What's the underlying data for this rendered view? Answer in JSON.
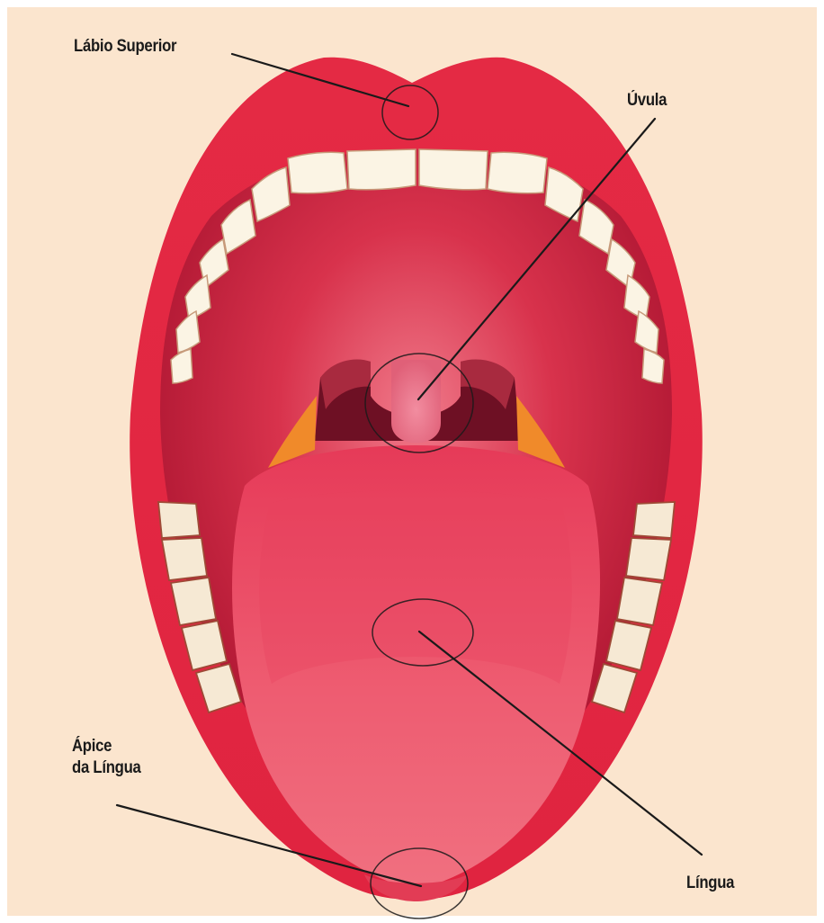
{
  "labels": {
    "labio_superior": "Lábio Superior",
    "uvula": "Úvula",
    "apice_line1": "Ápice",
    "apice_line2": "da Língua",
    "lingua": "Língua"
  },
  "colors": {
    "background": "#FBE5CE",
    "lip": "#E8233F",
    "teeth": "#FBF4E4",
    "tongue": "#EE5A6F",
    "throat": "#6E1024",
    "tonsil": "#F08A2A",
    "leader_line": "#1a1a1a"
  }
}
